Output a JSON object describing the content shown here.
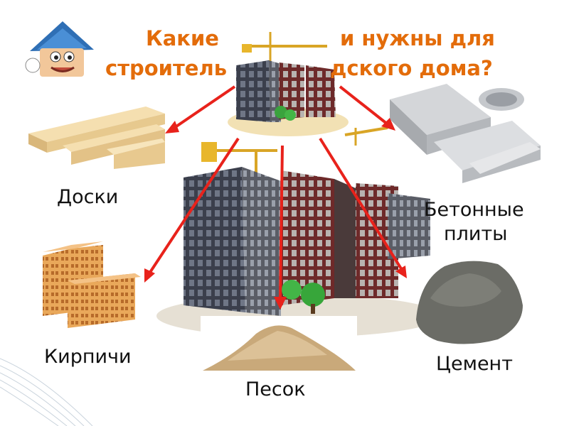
{
  "title": {
    "line1_left": "Какие",
    "line1_right": "и нужны для",
    "line2_left": "строитель",
    "line2_right": "дского  дома?"
  },
  "labels": {
    "boards": "Доски",
    "concrete_slabs_1": "Бетонные",
    "concrete_slabs_2": "плиты",
    "bricks": "Кирпичи",
    "cement": "Цемент",
    "sand": "Песок"
  },
  "colors": {
    "title": "#e36c0a",
    "arrow": "#e8221b",
    "label": "#111111"
  },
  "icons": {
    "mascot": "house-mascot-icon",
    "arrow_head": "arrow-head-icon"
  }
}
